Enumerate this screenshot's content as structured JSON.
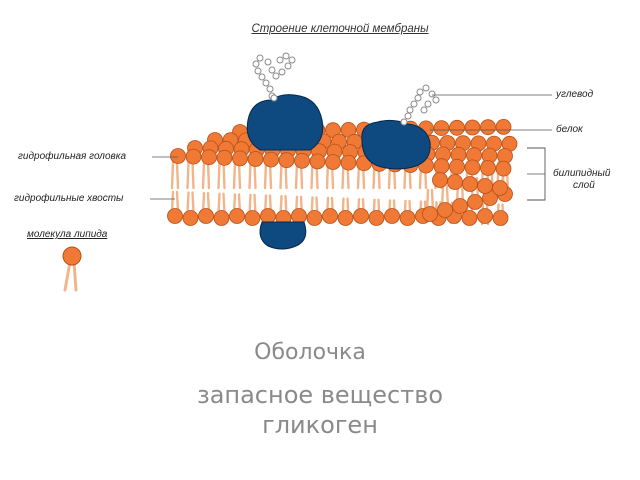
{
  "diagram": {
    "title": "Строение клеточной мембраны",
    "labels": {
      "carbohydrate": "углевод",
      "protein": "белок",
      "bilipid": [
        "билипидный",
        "слой"
      ],
      "hydrophilic_head": "гидрофильная головка",
      "hydrophobic_tails": "гидрофильные хвосты",
      "lipid_molecule": "молекула липида"
    },
    "colors": {
      "lipid_head": "#f07a35",
      "lipid_head_stroke": "#b5501a",
      "lipid_tail": "#f2b48a",
      "protein": "#0e4a80",
      "carbohydrate": "#8a8a8a",
      "line": "#555555"
    }
  },
  "captions": {
    "line1": "Оболочка",
    "line2": "запасное вещество",
    "line3": "гликоген"
  }
}
